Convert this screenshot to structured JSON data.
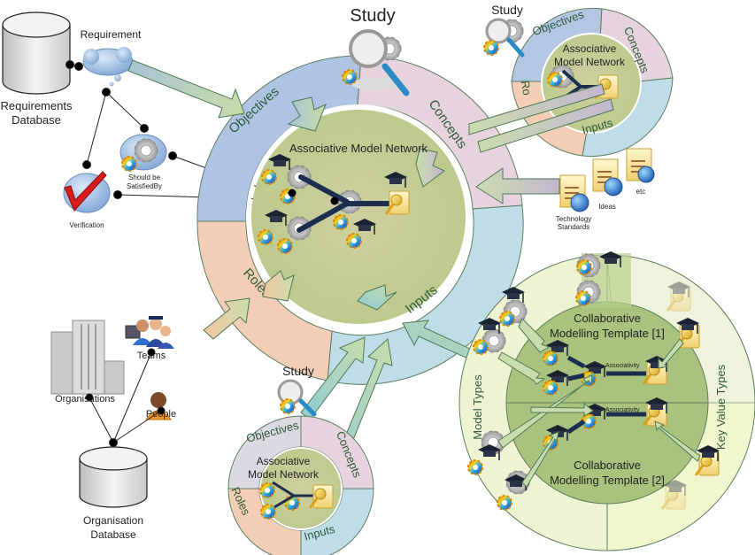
{
  "colors": {
    "objectives": "#a9c1df",
    "concepts": "#e3d1dc",
    "inputs": "#b9dbe3",
    "roles": "#f3c7ab",
    "core": "#c4cf98",
    "template_core": "#a8c27a",
    "template_ring": "#eef4c6",
    "arrow_fill": "#c9dcae",
    "arrow_stroke": "#4e7a55",
    "connector": "#1d2e4f"
  },
  "left_panel": {
    "requirements_db": "Requirements Database",
    "requirements_db_lines": [
      "Requirements",
      "Database"
    ],
    "requirement": "Requirement",
    "should_be_satisfied_by": [
      "Should be",
      "SatisfiedBy"
    ],
    "verification": "Verification",
    "organisations": "Organisations",
    "teams": "Teams",
    "people": "People",
    "organisation_db_lines": [
      "Organisation",
      "Database"
    ]
  },
  "main_study": {
    "title": "Study",
    "core_label": "Associative Model Network",
    "segments": [
      "Objectives",
      "Concepts",
      "Inputs",
      "Roles"
    ]
  },
  "top_right_study": {
    "title": "Study",
    "core_label_lines": [
      "Associative",
      "Model Network"
    ],
    "segments": [
      "Objectives",
      "Concepts",
      "Inputs",
      "Ro"
    ]
  },
  "bottom_study": {
    "title": "Study",
    "core_label_lines": [
      "Associative",
      "Model Network"
    ],
    "segments": [
      "Objectives",
      "Concepts",
      "Inputs",
      "Roles"
    ]
  },
  "documents": [
    {
      "label_lines": [
        "Technology",
        "Standards"
      ]
    },
    {
      "label_lines": [
        "Ideas"
      ]
    },
    {
      "label_lines": [
        "etc"
      ]
    }
  ],
  "template_circle": {
    "template1_lines": [
      "Collaborative",
      "Modelling Template [1]"
    ],
    "template2_lines": [
      "Collaborative",
      "Modelling Template [2]"
    ],
    "associativity": "Associativity",
    "left_ring": "Model Types",
    "right_ring": "Key Value Types"
  }
}
